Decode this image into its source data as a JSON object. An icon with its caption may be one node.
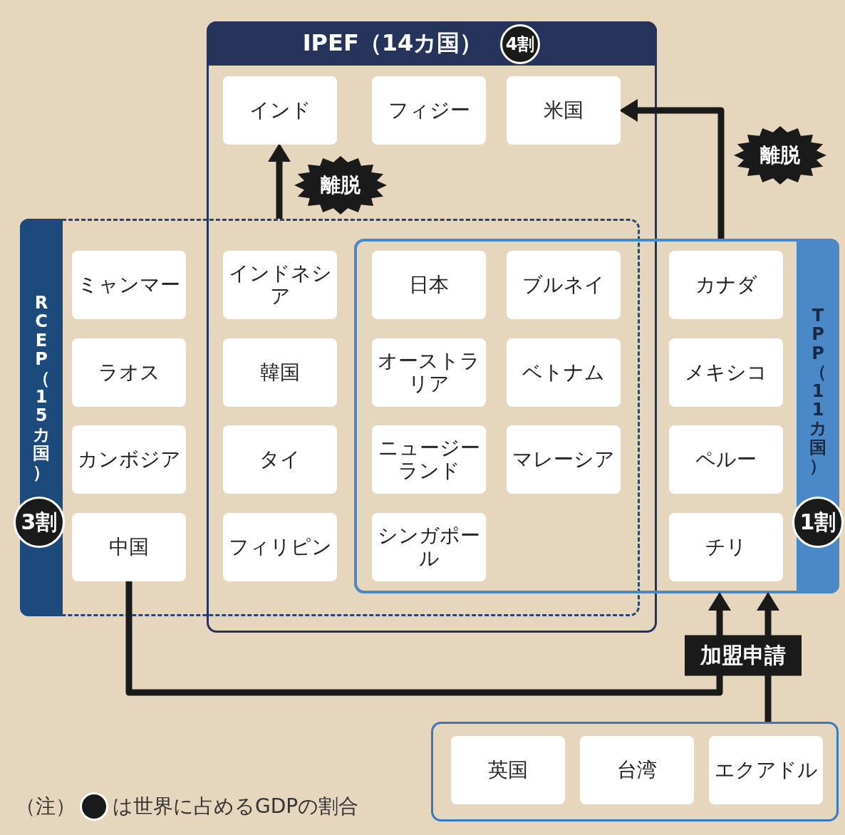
{
  "diagram": {
    "nodes": [
      {
        "text": [
          "IPEF（14カ国）"
        ]
      },
      {
        "text": [
          "4割"
        ],
        "in": 0
      },
      {
        "text": [
          "RCEP（15カ国）"
        ]
      },
      {
        "text": [
          "3割"
        ]
      },
      {
        "text": [
          "TPP（11カ国）"
        ]
      },
      {
        "text": [
          "1割"
        ]
      },
      {
        "text": [
          "インド"
        ],
        "in": 0
      },
      {
        "text": [
          "フィジー"
        ],
        "in": 0
      },
      {
        "text": [
          "米国"
        ],
        "in": 0
      },
      {
        "text": [
          "ミャンマー"
        ],
        "in": 2
      },
      {
        "text": [
          "インドネシア"
        ]
      },
      {
        "text": [
          "日本"
        ]
      },
      {
        "text": [
          "ブルネイ"
        ]
      },
      {
        "text": [
          "カナダ"
        ],
        "in": 4
      },
      {
        "text": [
          "ラオス"
        ],
        "in": 2
      },
      {
        "text": [
          "韓国"
        ]
      },
      {
        "text": [
          "オーストラリア"
        ]
      },
      {
        "text": [
          "ベトナム"
        ]
      },
      {
        "text": [
          "メキシコ"
        ],
        "in": 4
      },
      {
        "text": [
          "カンボジア"
        ],
        "in": 2
      },
      {
        "text": [
          "タイ"
        ]
      },
      {
        "text": [
          "ニュージーランド"
        ]
      },
      {
        "text": [
          "マレーシア"
        ]
      },
      {
        "text": [
          "ペルー"
        ],
        "in": 4
      },
      {
        "text": [
          "中国"
        ],
        "in": 2
      },
      {
        "text": [
          "フィリピン"
        ]
      },
      {
        "text": [
          "シンガポール"
        ]
      },
      {
        "text": [
          "チリ"
        ],
        "in": 4
      },
      {
        "text": [],
        "shape": "box"
      },
      {
        "text": [
          "英国"
        ],
        "in": 28
      },
      {
        "text": [
          "台湾"
        ],
        "in": 28
      },
      {
        "text": [
          "エクアドル"
        ],
        "in": 28
      }
    ],
    "edges": [
      {
        "from": 2,
        "to": 6,
        "arrow": "to",
        "label": "離脱"
      },
      {
        "from": 4,
        "to": 8,
        "arrow": "to",
        "label": "離脱"
      },
      {
        "from": 24,
        "to": 4,
        "arrow": "to"
      },
      {
        "from": 28,
        "to": 4,
        "arrow": "to",
        "label": "加盟申請"
      }
    ],
    "labels": [
      "（注）"
    ],
    "legend": [
      {
        "text": "は世界に占めるGDPの割合",
        "color": "#1a1a1a"
      }
    ]
  }
}
